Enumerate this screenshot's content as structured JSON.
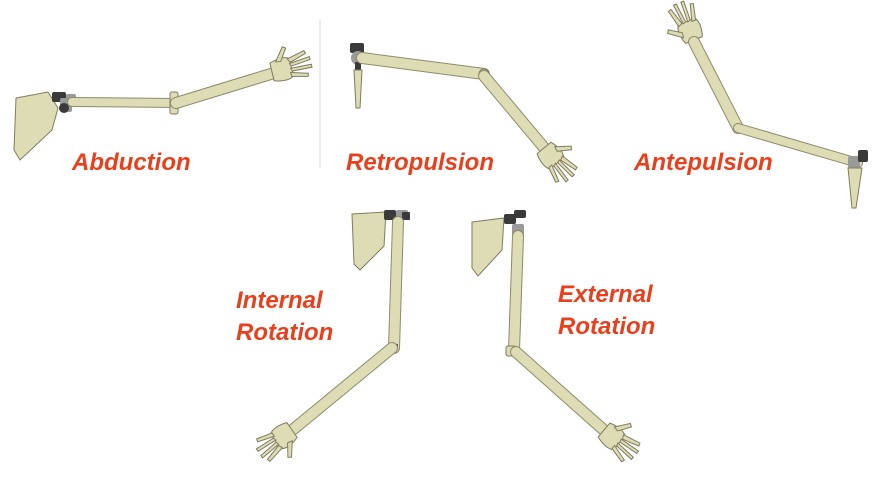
{
  "labels": {
    "abduction": "Abduction",
    "retropulsion": "Retropulsion",
    "antepulsion": "Antepulsion",
    "internal_rotation_line1": "Internal",
    "internal_rotation_line2": "Rotation",
    "external_rotation_line1": "External",
    "external_rotation_line2": "Rotation"
  },
  "colors": {
    "label_text": "#e8401c",
    "arm_model": "#dedcb5",
    "arm_outline": "#7e7c5e",
    "divider": "#d9d9d9"
  }
}
